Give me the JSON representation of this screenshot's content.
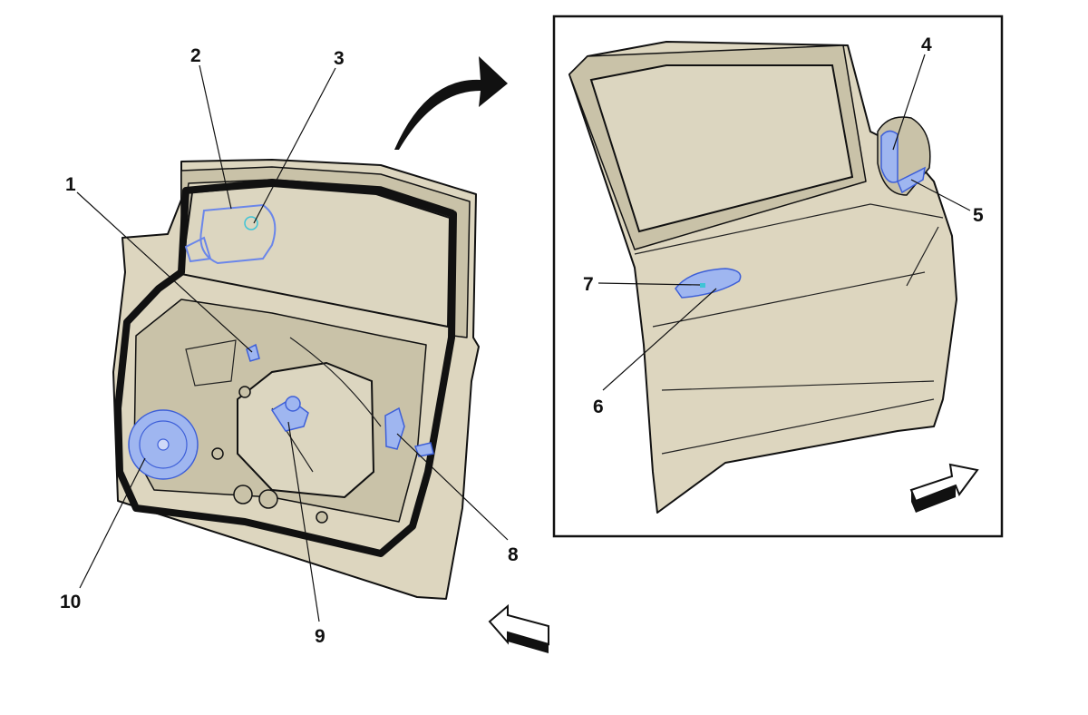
{
  "callouts": [
    {
      "id": "c1",
      "label": "1"
    },
    {
      "id": "c2",
      "label": "2"
    },
    {
      "id": "c3",
      "label": "3"
    },
    {
      "id": "c4",
      "label": "4"
    },
    {
      "id": "c5",
      "label": "5"
    },
    {
      "id": "c6",
      "label": "6"
    },
    {
      "id": "c7",
      "label": "7"
    },
    {
      "id": "c8",
      "label": "8"
    },
    {
      "id": "c9",
      "label": "9"
    },
    {
      "id": "c10",
      "label": "10"
    }
  ],
  "colors": {
    "door_body": "#ddd6bf",
    "highlight": "#9fb6f0",
    "highlight_stroke": "#3d5fd8",
    "outline": "#111111"
  }
}
